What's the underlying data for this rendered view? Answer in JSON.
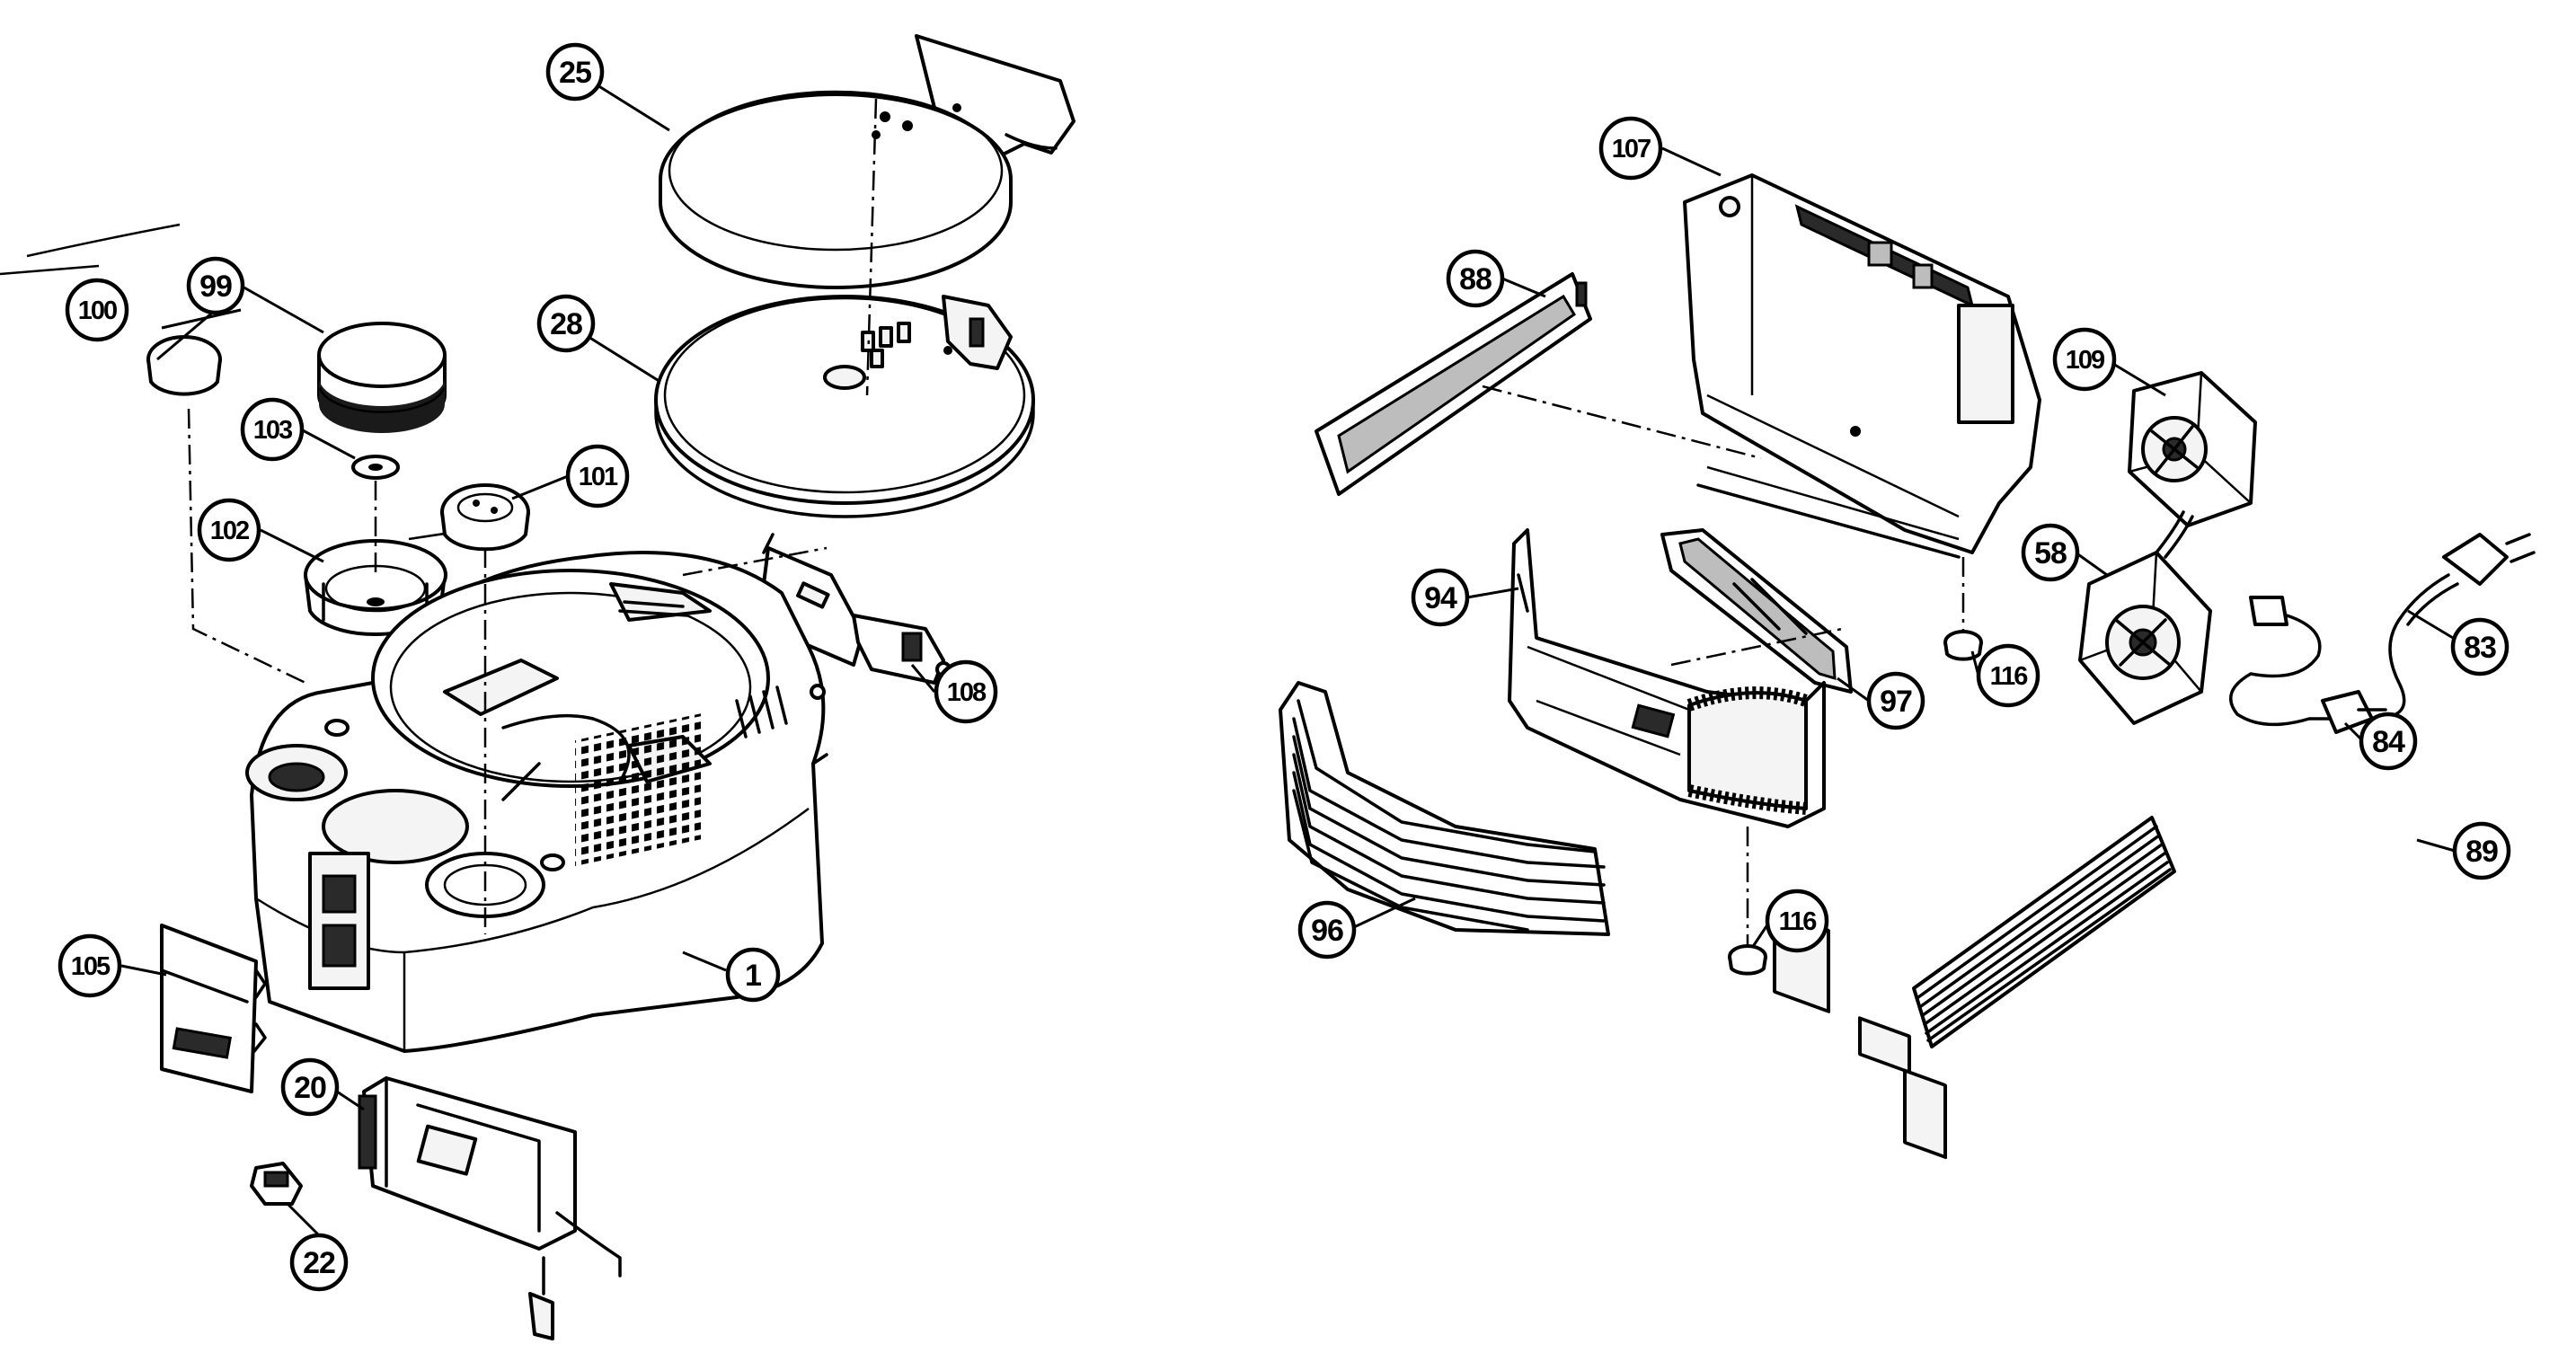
{
  "callouts": {
    "p25": "25",
    "p28": "28",
    "p99": "99",
    "p100": "100",
    "p103": "103",
    "p102": "102",
    "p101": "101",
    "p108": "108",
    "p1": "1",
    "p105": "105",
    "p20": "20",
    "p22": "22",
    "p107": "107",
    "p88": "88",
    "p109": "109",
    "p58": "58",
    "p83": "83",
    "p84": "84",
    "p94": "94",
    "p97": "97",
    "p116a": "116",
    "p116b": "116",
    "p96": "96",
    "p89": "89"
  }
}
